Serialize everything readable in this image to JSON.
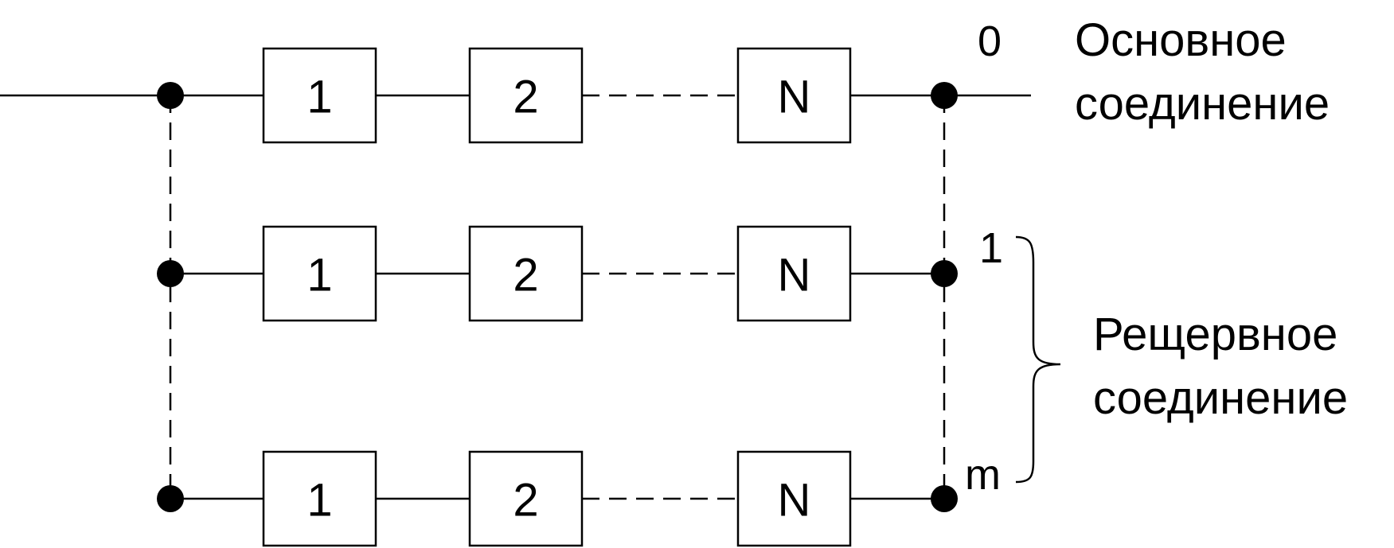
{
  "rows": [
    {
      "index_label": "0",
      "blocks": [
        "1",
        "2",
        "N"
      ]
    },
    {
      "index_label": "1",
      "blocks": [
        "1",
        "2",
        "N"
      ]
    },
    {
      "index_label": "m",
      "blocks": [
        "1",
        "2",
        "N"
      ]
    }
  ],
  "main_connection": {
    "line1": "Основное",
    "line2": "соединение"
  },
  "reserve_connection": {
    "line1": "Рещервное",
    "line2": "соединение"
  }
}
